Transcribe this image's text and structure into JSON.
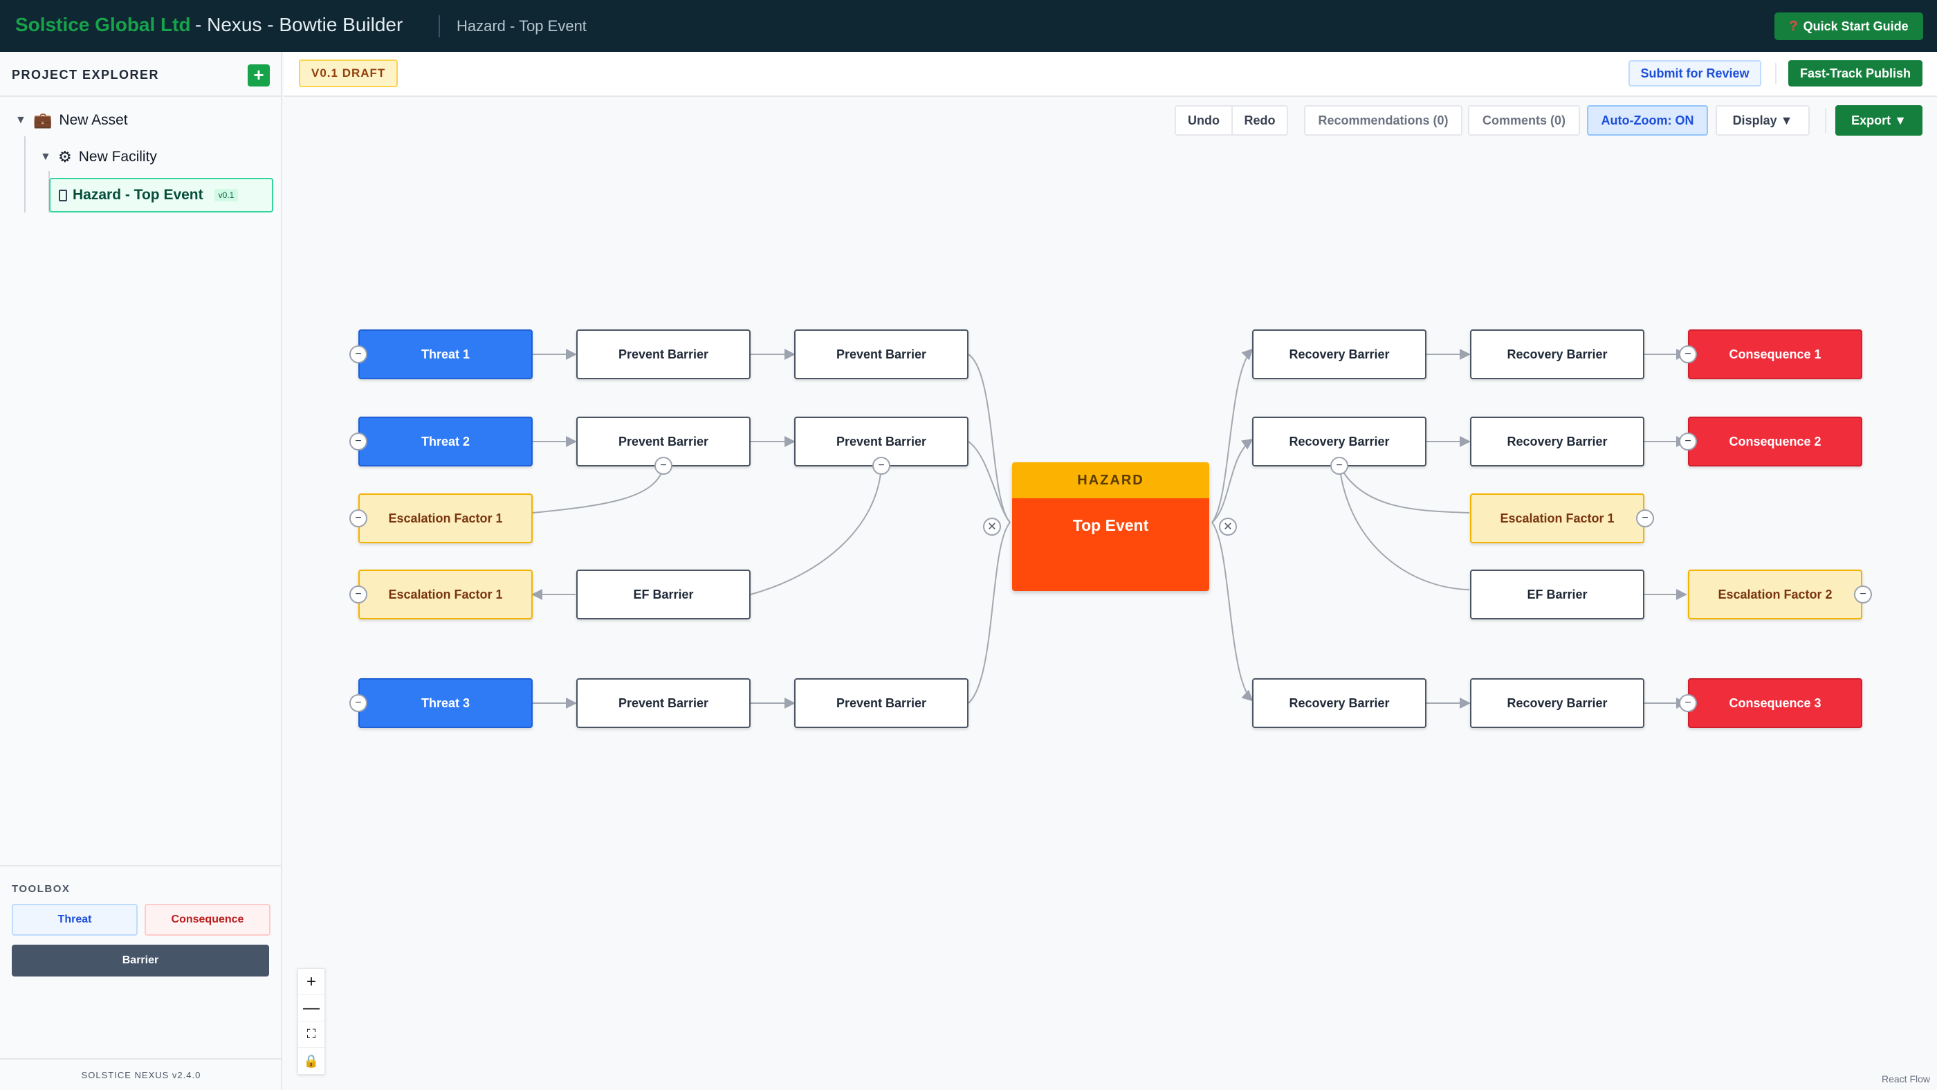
{
  "header": {
    "brand": "Solstice Global Ltd",
    "app_title": "- Nexus - Bowtie Builder",
    "breadcrumb": "Hazard - Top Event",
    "quick_start_label": "Quick Start Guide"
  },
  "sidebar": {
    "title": "PROJECT EXPLORER",
    "add_label": "+",
    "tree": [
      {
        "label": "New Asset",
        "icon": "briefcase-icon"
      },
      {
        "label": "New Facility",
        "icon": "gear-icon"
      },
      {
        "label": "Hazard - Top Event",
        "icon": "document-icon",
        "version": "v0.1"
      }
    ],
    "toolbox": {
      "title": "TOOLBOX",
      "threat": "Threat",
      "consequence": "Consequence",
      "barrier": "Barrier"
    },
    "footer": "SOLSTICE NEXUS v2.4.0"
  },
  "actionbar": {
    "draft_badge": "V0.1 DRAFT",
    "submit_label": "Submit for Review",
    "fast_track_label": "Fast-Track Publish"
  },
  "canvas_toolbar": {
    "undo": "Undo",
    "redo": "Redo",
    "recommendations": "Recommendations (0)",
    "comments": "Comments (0)",
    "auto_zoom": "Auto-Zoom: ON",
    "display": "Display ▼",
    "export": "Export ▼"
  },
  "bowtie": {
    "hazard": "HAZARD",
    "top_event": "Top Event",
    "left_rows": [
      {
        "cause": "Threat 1",
        "type": "threat",
        "barriers": [
          "Prevent Barrier",
          "Prevent Barrier"
        ]
      },
      {
        "cause": "Threat 2",
        "type": "threat",
        "barriers": [
          "Prevent Barrier",
          "Prevent Barrier"
        ]
      },
      {
        "cause": "Escalation Factor 1",
        "type": "escalation",
        "barriers": []
      },
      {
        "cause": "Escalation Factor 1",
        "type": "escalation",
        "barriers": [
          "EF Barrier"
        ]
      },
      {
        "cause": "Threat 3",
        "type": "threat",
        "barriers": [
          "Prevent Barrier",
          "Prevent Barrier"
        ]
      }
    ],
    "right_rows": [
      {
        "outcome": "Consequence 1",
        "type": "consequence",
        "barriers": [
          "Recovery Barrier",
          "Recovery Barrier"
        ]
      },
      {
        "outcome": "Consequence 2",
        "type": "consequence",
        "barriers": [
          "Recovery Barrier",
          "Recovery Barrier"
        ]
      },
      {
        "outcome": "Escalation Factor 1",
        "type": "escalation",
        "barriers": []
      },
      {
        "outcome": "Escalation Factor 2",
        "type": "escalation",
        "barriers": [
          "EF Barrier"
        ]
      },
      {
        "outcome": "Consequence 3",
        "type": "consequence",
        "barriers": [
          "Recovery Barrier",
          "Recovery Barrier"
        ]
      }
    ]
  },
  "zoom_controls": [
    "+",
    "—",
    "⛶",
    "🔒"
  ],
  "attribution": "React Flow"
}
